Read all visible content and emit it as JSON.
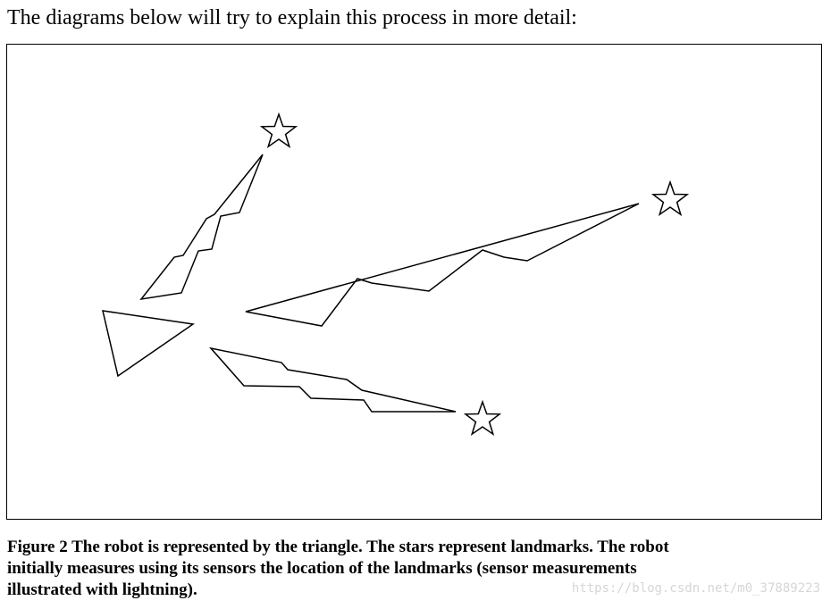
{
  "intro_text": "The diagrams below will try to explain this process in more detail:",
  "figure": {
    "robot_shape": "triangle",
    "landmark_shape": "star",
    "measurement_shape": "lightning",
    "stroke_color": "#000000"
  },
  "caption": {
    "lines": [
      "Figure 2 The robot is represented by the triangle.  The stars represent landmarks.   The robot",
      "initially measures using its sensors the location of the landmarks (sensor measurements",
      "illustrated with lightning)."
    ]
  },
  "watermark": "https://blog.csdn.net/m0_37889223"
}
